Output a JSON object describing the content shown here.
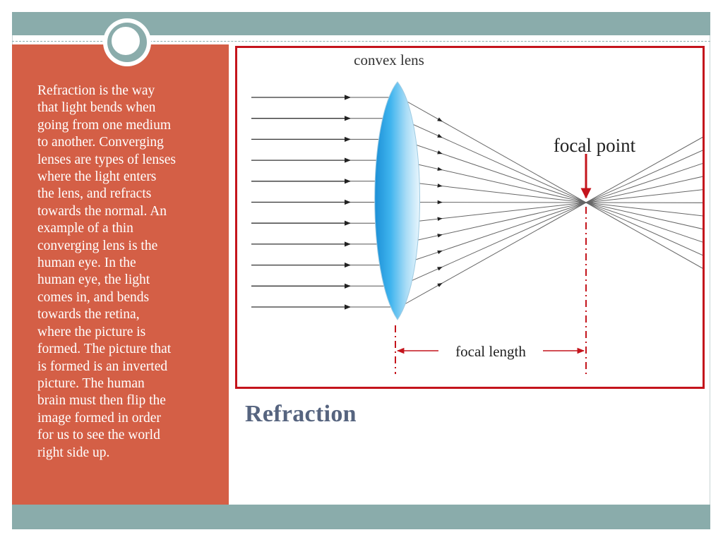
{
  "slide": {
    "title": "Refraction",
    "body": "Refraction is the way\nthat light bends when\ngoing from one medium\nto another. Converging\nlenses are types of lenses\nwhere the light enters\nthe lens, and refracts\ntowards the normal.  An\nexample of a thin\nconverging lens is the\nhuman eye. In the\nhuman eye, the light\ncomes in, and bends\ntowards the retina,\nwhere the picture is\nformed. The picture that\nis formed is an inverted\npicture.  The human\nbrain must then flip the\nimage formed in order\nfor us to see the world\nright side up."
  },
  "diagram": {
    "lens_label": "convex lens",
    "focal_point_label": "focal point",
    "focal_length_label": "focal length",
    "ray_count": 11
  },
  "colors": {
    "band": "#8aacab",
    "panel": "#d45f46",
    "title": "#56647f",
    "figure_border": "#c4141c",
    "lens": "#29a6e3",
    "accent_red": "#c4141c"
  }
}
